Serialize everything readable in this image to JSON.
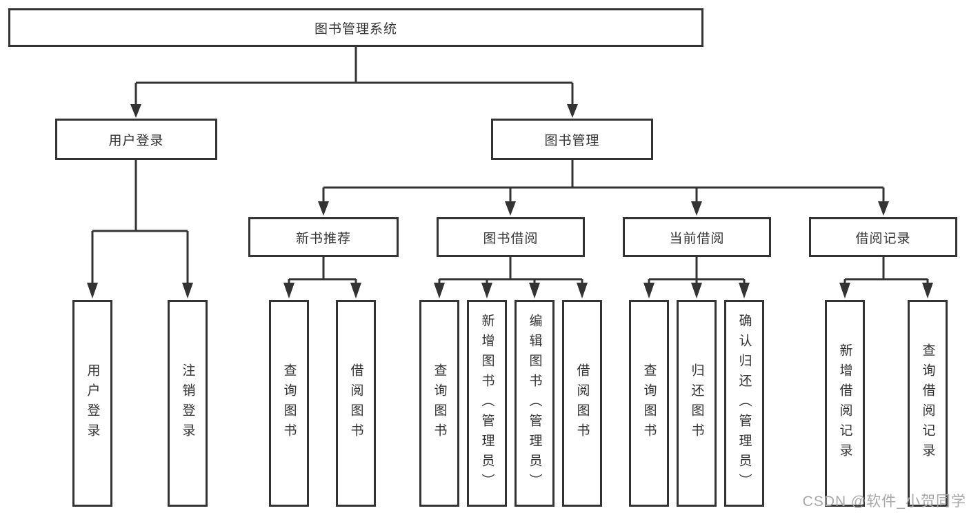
{
  "page": {
    "background": "#ffffff"
  },
  "colors": {
    "line": "#333333",
    "box_border": "#333333",
    "text": "#333333",
    "watermark": "#a8a8a8"
  },
  "diagram": {
    "type": "hierarchy-tree",
    "root": {
      "label": "图书管理系统"
    },
    "children": [
      {
        "label": "用户登录",
        "children": [
          {
            "label": "用户登录"
          },
          {
            "label": "注销登录"
          }
        ]
      },
      {
        "label": "图书管理",
        "children": [
          {
            "label": "新书推荐",
            "children": [
              {
                "label": "查询图书"
              },
              {
                "label": "借阅图书"
              }
            ]
          },
          {
            "label": "图书借阅",
            "children": [
              {
                "label": "查询图书"
              },
              {
                "label": "新增图书（管理员）"
              },
              {
                "label": "编辑图书（管理员）"
              },
              {
                "label": "借阅图书"
              }
            ]
          },
          {
            "label": "当前借阅",
            "children": [
              {
                "label": "查询图书"
              },
              {
                "label": "归还图书"
              },
              {
                "label": "确认归还（管理员）"
              }
            ]
          },
          {
            "label": "借阅记录",
            "children": [
              {
                "label": "新增借阅记录"
              },
              {
                "label": "查询借阅记录"
              }
            ]
          }
        ]
      }
    ]
  },
  "watermark": {
    "text": "CSDN @软件_小贺同学"
  }
}
